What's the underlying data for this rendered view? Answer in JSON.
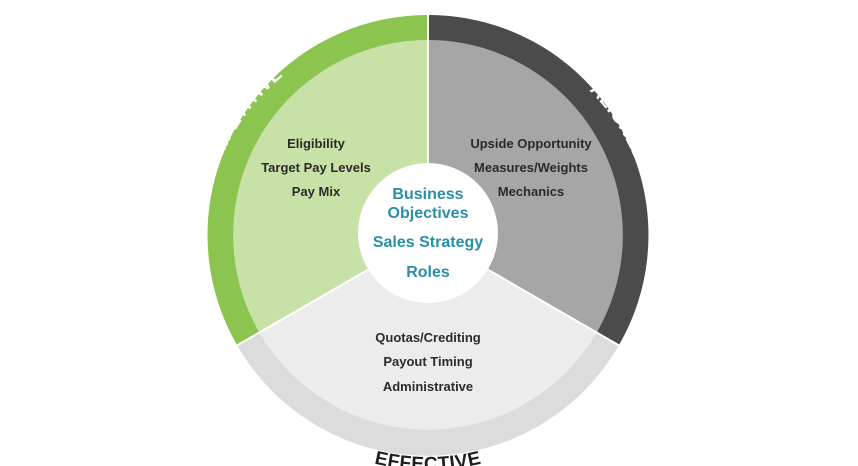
{
  "ring": {
    "competitive": "COMPETITIVE",
    "aligned": "ALIGNED",
    "effective": "EFFECTIVE"
  },
  "segments": {
    "competitive_items": [
      "Eligibility",
      "Target Pay Levels",
      "Pay Mix"
    ],
    "aligned_items": [
      "Upside Opportunity",
      "Measures/Weights",
      "Mechanics"
    ],
    "effective_items": [
      "Quotas/Crediting",
      "Payout Timing",
      "Administrative"
    ]
  },
  "center": {
    "line1": "Business",
    "line2": "Objectives",
    "line3": "Sales Strategy",
    "line4": "Roles"
  },
  "colors": {
    "green_ring": "#8cc450",
    "green_fill": "#c8e1a7",
    "dark_ring": "#4b4b4b",
    "gray_fill": "#a6a6a6",
    "light_ring": "#dcdcdc",
    "light_fill": "#ececec",
    "accent_text": "#2a8ea6"
  }
}
